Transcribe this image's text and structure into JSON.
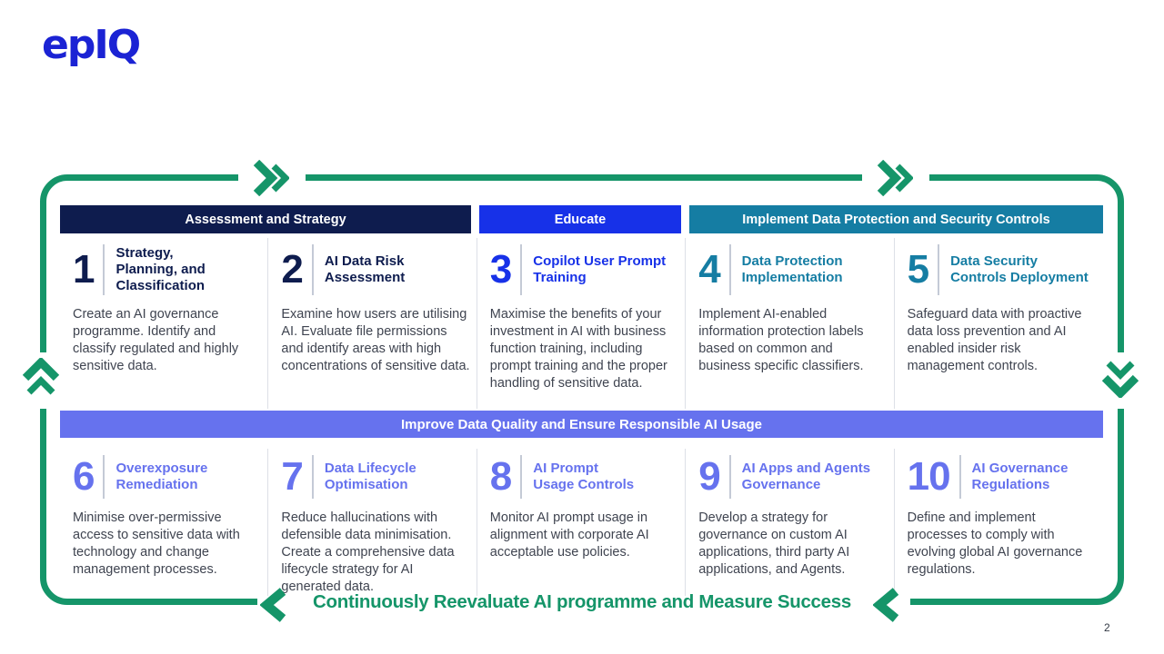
{
  "logo": {
    "text": "epIQ"
  },
  "page_number": "2",
  "headers": [
    {
      "label": "Assessment and Strategy",
      "color": "#0e1c4e"
    },
    {
      "label": "Educate",
      "color": "#1731e8"
    },
    {
      "label": "Implement Data Protection and Security Controls",
      "color": "#157da3"
    }
  ],
  "mid_banner": {
    "label": "Improve Data Quality and Ensure Responsible AI Usage",
    "color": "#6672ee"
  },
  "bottom_banner": {
    "label": "Continuously Reevaluate AI programme and Measure Success",
    "color": "#159569"
  },
  "steps": [
    {
      "number": "1",
      "title": "Strategy,\nPlanning, and\nClassification",
      "description": "Create an AI governance programme. Identify and classify regulated and highly sensitive data.",
      "accent": "#0e1c4e"
    },
    {
      "number": "2",
      "title": "AI Data Risk\nAssessment",
      "description": "Examine how users are utilising AI. Evaluate file permissions and identify areas with high concentrations of sensitive data.",
      "accent": "#0e1c4e"
    },
    {
      "number": "3",
      "title": "Copilot User Prompt\nTraining",
      "description": "Maximise the benefits of your investment in AI with business function training, including prompt training and the proper handling of sensitive data.",
      "accent": "#1731e8"
    },
    {
      "number": "4",
      "title": "Data Protection\nImplementation",
      "description": "Implement AI-enabled information protection labels based on common and business specific classifiers.",
      "accent": "#157da3"
    },
    {
      "number": "5",
      "title": "Data Security\nControls Deployment",
      "description": "Safeguard data with proactive data loss prevention and AI enabled insider risk management controls.",
      "accent": "#157da3"
    },
    {
      "number": "6",
      "title": "Overexposure\nRemediation",
      "description": "Minimise over-permissive access to sensitive data with technology and change management processes.",
      "accent": "#6672ee"
    },
    {
      "number": "7",
      "title": "Data Lifecycle\nOptimisation",
      "description": "Reduce hallucinations with defensible data minimisation. Create a comprehensive data lifecycle strategy for AI generated data.",
      "accent": "#6672ee"
    },
    {
      "number": "8",
      "title": "AI Prompt\nUsage Controls",
      "description": "Monitor AI prompt usage in alignment with corporate AI acceptable use policies.",
      "accent": "#6672ee"
    },
    {
      "number": "9",
      "title": "AI Apps and Agents\nGovernance",
      "description": "Develop a strategy for governance on custom AI applications, third party AI applications, and Agents.",
      "accent": "#6672ee"
    },
    {
      "number": "10",
      "title": "AI Governance\nRegulations",
      "description": "Define and implement processes to comply with evolving global AI governance regulations.",
      "accent": "#6672ee"
    }
  ],
  "colors": {
    "frame_green": "#159569",
    "navy": "#0e1c4e",
    "blue": "#1731e8",
    "teal": "#157da3",
    "purple": "#6672ee",
    "logo_blue": "#1b23d4",
    "description_gray": "#3f4450"
  }
}
